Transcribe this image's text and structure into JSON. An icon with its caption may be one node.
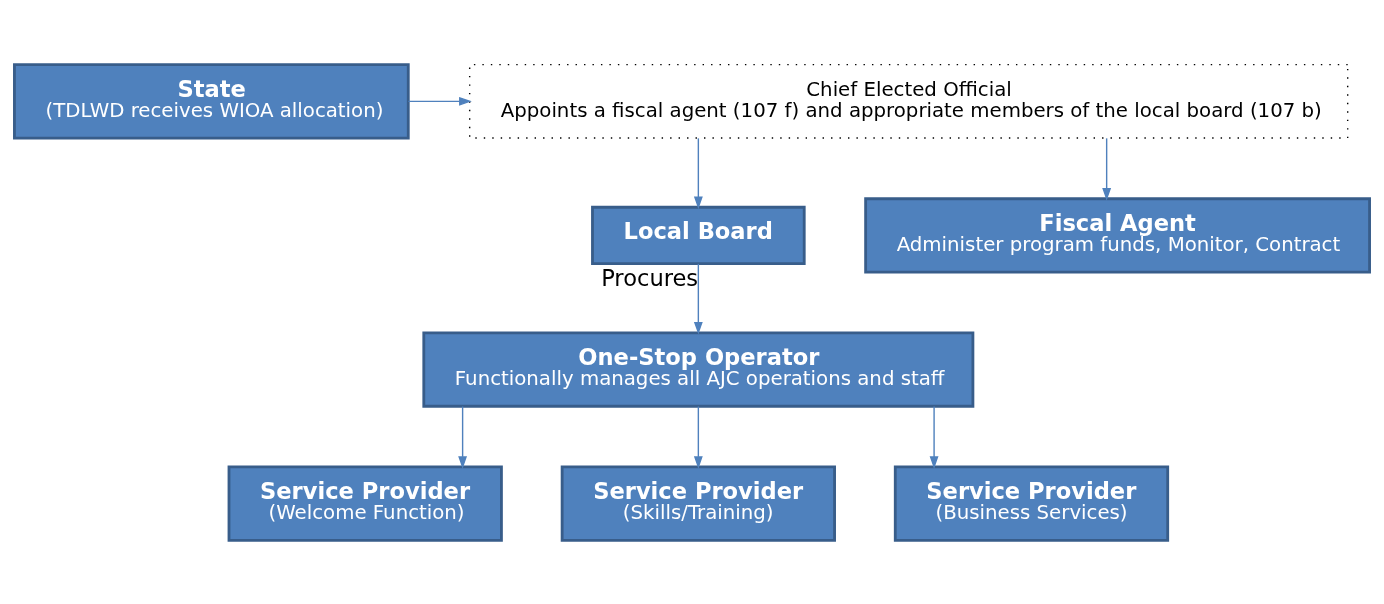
{
  "diagram": {
    "nodes": [
      {
        "text": [
          "State",
          "(TDLWD receives WIOA allocation)"
        ]
      },
      {
        "text": [
          "Chief Elected Official",
          "Appoints a fiscal agent (107 f) and appropriate members of the local board (107 b)"
        ]
      },
      {
        "text": [
          "Local Board"
        ]
      },
      {
        "text": [
          "Fiscal Agent",
          "Administer program funds, Monitor, Contract"
        ]
      },
      {
        "text": [
          "One-Stop Operator",
          "Functionally manages all AJC operations and staff"
        ]
      },
      {
        "text": [
          "Service Provider",
          "(Welcome Function)"
        ]
      },
      {
        "text": [
          "Service Provider",
          "(Skills/Training)"
        ]
      },
      {
        "text": [
          "Service Provider",
          "(Business Services)"
        ]
      }
    ],
    "edges": [
      {
        "from": 0,
        "to": 1,
        "arrow": "to"
      },
      {
        "from": 1,
        "to": 2,
        "arrow": "to"
      },
      {
        "from": 1,
        "to": 3,
        "arrow": "to"
      },
      {
        "from": 2,
        "to": 4,
        "label": "Procures",
        "arrow": "to"
      },
      {
        "from": 4,
        "to": 5,
        "arrow": "to"
      },
      {
        "from": 4,
        "to": 6,
        "arrow": "to"
      },
      {
        "from": 4,
        "to": 7,
        "arrow": "to"
      }
    ]
  }
}
